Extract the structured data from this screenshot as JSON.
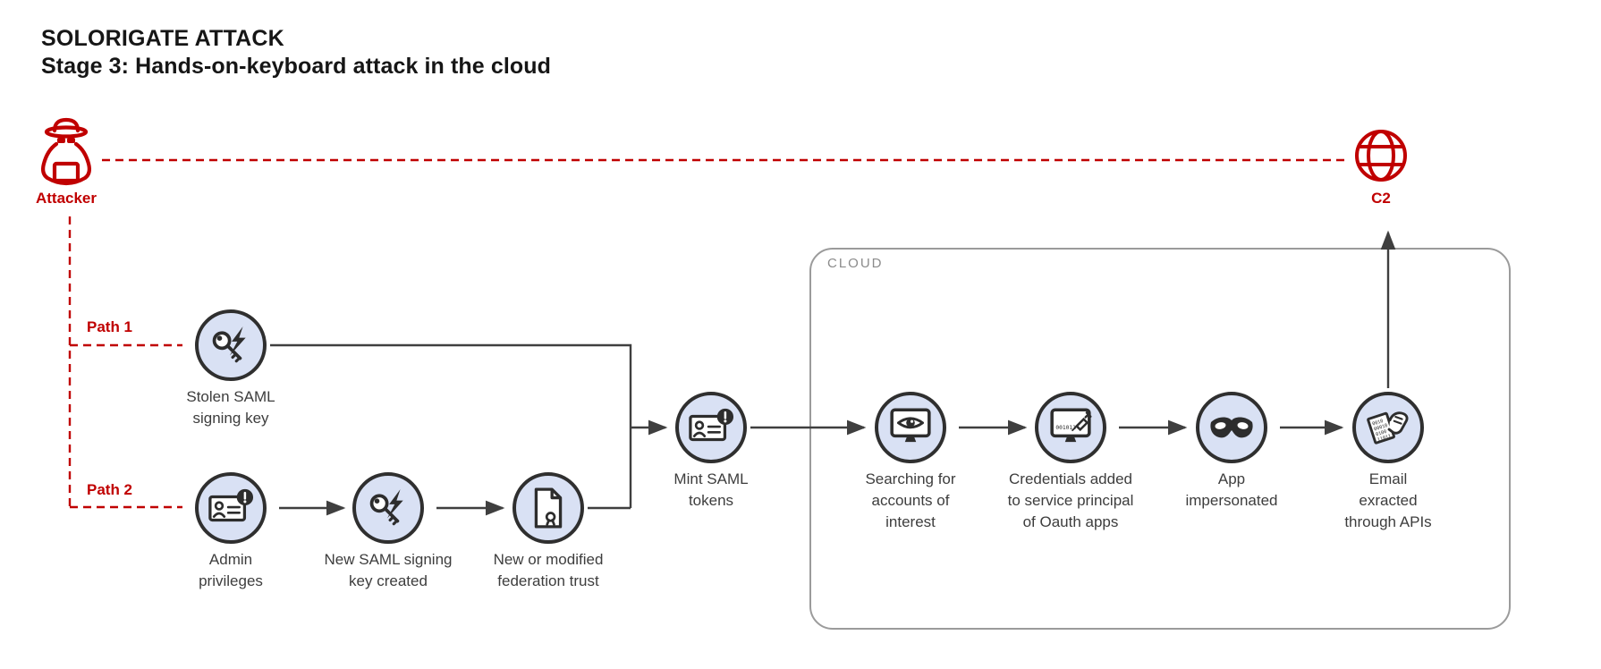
{
  "title": {
    "line1": "SOLORIGATE ATTACK",
    "line2": "Stage 3: Hands-on-keyboard attack in the cloud"
  },
  "attacker": {
    "label": "Attacker"
  },
  "c2": {
    "label": "C2"
  },
  "paths": {
    "path1": "Path 1",
    "path2": "Path 2"
  },
  "cloud": {
    "label": "CLOUD"
  },
  "nodes": [
    {
      "id": "stolen-saml-signing-key",
      "icon": "key-lightning-icon",
      "label": "Stolen SAML\nsigning key"
    },
    {
      "id": "admin-privileges",
      "icon": "id-card-alert-icon",
      "label": "Admin\nprivileges"
    },
    {
      "id": "new-saml-signing-key",
      "icon": "key-lightning-icon",
      "label": "New SAML signing\nkey created"
    },
    {
      "id": "federation-trust",
      "icon": "certificate-document-icon",
      "label": "New or modified\nfederation trust"
    },
    {
      "id": "mint-saml-tokens",
      "icon": "id-card-alert-icon",
      "label": "Mint SAML\ntokens"
    },
    {
      "id": "searching-accounts",
      "icon": "monitor-eye-icon",
      "label": "Searching for\naccounts of\ninterest"
    },
    {
      "id": "credentials-added",
      "icon": "monitor-syringe-icon",
      "label": "Credentials added\nto service principal\nof Oauth apps",
      "binary_text": "001011"
    },
    {
      "id": "app-impersonated",
      "icon": "mask-icon",
      "label": "App\nimpersonated"
    },
    {
      "id": "email-extracted",
      "icon": "document-hand-icon",
      "label": "Email\nexracted\nthrough APIs",
      "binary_rows": {
        "r1": "0010",
        "r2": "00010",
        "r3": "0100",
        "r4": "11011"
      }
    }
  ],
  "colors": {
    "accent_red": "#c00000",
    "node_fill": "#d9e1f4",
    "node_border": "#2f2f2f",
    "connector": "#3f3f3f",
    "cloud_border": "#9b9b9b",
    "text": "#3d3d3d"
  }
}
